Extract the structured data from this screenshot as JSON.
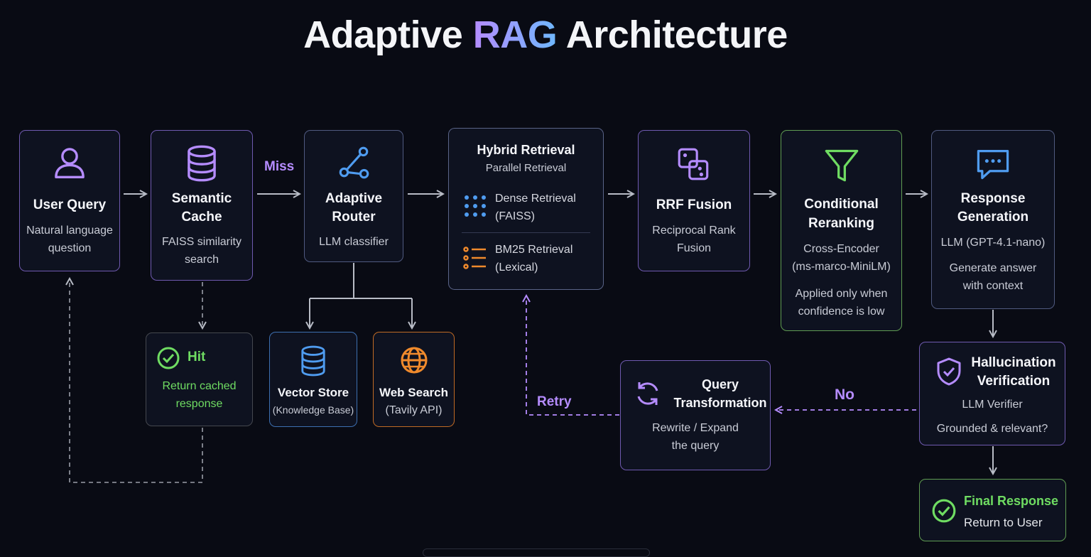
{
  "title": {
    "pre": "Adaptive ",
    "highlight": "RAG",
    "post": " Architecture"
  },
  "nodes": {
    "user_query": {
      "title": "User Query",
      "sub1": "Natural language",
      "sub2": "question"
    },
    "semantic_cache": {
      "title1": "Semantic",
      "title2": "Cache",
      "sub1": "FAISS similarity",
      "sub2": "search"
    },
    "adaptive_router": {
      "title1": "Adaptive",
      "title2": "Router",
      "sub": "LLM classifier"
    },
    "hybrid_retrieval": {
      "title": "Hybrid Retrieval",
      "sub": "Parallel Retrieval",
      "dense1": "Dense Retrieval",
      "dense2": "(FAISS)",
      "bm25_1": "BM25 Retrieval",
      "bm25_2": "(Lexical)"
    },
    "rrf_fusion": {
      "title": "RRF Fusion",
      "sub1": "Reciprocal Rank",
      "sub2": "Fusion"
    },
    "reranking": {
      "title1": "Conditional",
      "title2": "Reranking",
      "sub1": "Cross-Encoder",
      "sub2": "(ms-marco-MiniLM)",
      "note1": "Applied only when",
      "note2": "confidence is low"
    },
    "response_generation": {
      "title1": "Response",
      "title2": "Generation",
      "sub": "LLM (GPT-4.1-nano)",
      "note1": "Generate answer",
      "note2": "with context"
    },
    "hit": {
      "title": "Hit",
      "sub1": "Return cached",
      "sub2": "response"
    },
    "vector_store": {
      "title": "Vector Store",
      "sub": "(Knowledge Base)"
    },
    "web_search": {
      "title": "Web Search",
      "sub": "(Tavily API)"
    },
    "query_transformation": {
      "title1": "Query",
      "title2": "Transformation",
      "sub1": "Rewrite / Expand",
      "sub2": "the query"
    },
    "hallucination": {
      "title1": "Hallucination",
      "title2": "Verification",
      "sub": "LLM Verifier",
      "note": "Grounded & relevant?"
    },
    "final_response": {
      "title": "Final Response",
      "sub": "Return to User"
    }
  },
  "labels": {
    "miss": "Miss",
    "retry": "Retry",
    "no": "No"
  },
  "colors": {
    "background": "#090b14",
    "purple": "#b58cff",
    "blue": "#4f9cf0",
    "green": "#6fdc62",
    "orange": "#f08a2c",
    "arrow": "#b8bcc6"
  },
  "icons": [
    "user-icon",
    "database-icon",
    "router-icon",
    "dense-grid-icon",
    "bm25-list-icon",
    "fusion-icon",
    "funnel-icon",
    "chat-icon",
    "check-circle-icon",
    "globe-icon",
    "refresh-icon",
    "shield-check-icon"
  ]
}
